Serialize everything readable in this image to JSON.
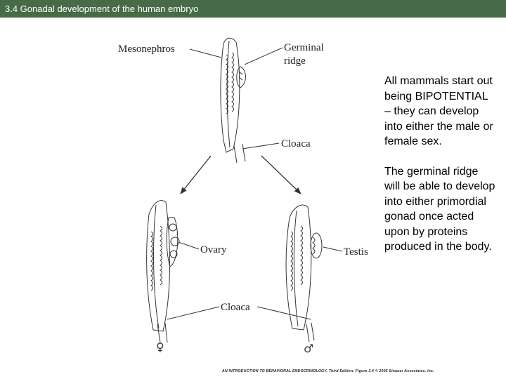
{
  "slide": {
    "title": "3.4 Gonadal development of the human embryo",
    "paragraphs": [
      "All mammals start out being BIPOTENTIAL – they can develop into either the male or female sex.",
      "The germinal ridge will be able to develop into either primordial gonad once acted upon by proteins produced in the body."
    ]
  },
  "figure": {
    "labels": {
      "mesonephros": "Mesonephros",
      "germinal_line1": "Germinal",
      "germinal_line2": "ridge",
      "cloaca_top": "Cloaca",
      "ovary": "Ovary",
      "testis": "Testis",
      "cloaca_bottom": "Cloaca",
      "female_symbol": "♀",
      "male_symbol": "♂"
    },
    "credit": "AN INTRODUCTION TO BEHAVIORAL ENDOCRINOLOGY, Third Edition, Figure 3.4 © 2005 Sinauer Associates, Inc."
  },
  "colors": {
    "title_bar": "#466b46",
    "title_text": "#ffffff",
    "drawing_ink": "#333333"
  }
}
